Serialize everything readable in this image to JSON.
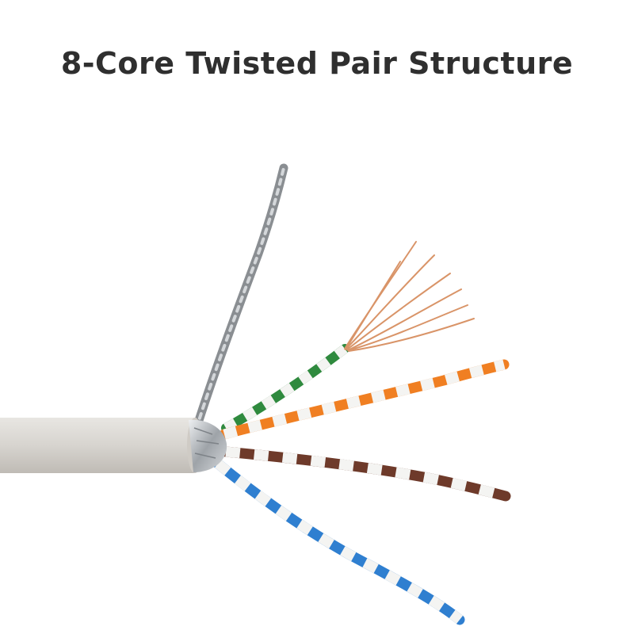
{
  "title": "8-Core Twisted Pair Structure",
  "colors": {
    "background": "#ffffff",
    "title_text": "#2f2f2f",
    "jacket": "#d9d6d1",
    "shield_foil": "#c0c4c8",
    "drain_wire": "#8a8e92",
    "copper": "#d99468",
    "pair_green": "#2f8a3e",
    "pair_orange": "#f07f22",
    "pair_brown": "#6e3a2a",
    "pair_blue": "#2f7fd0",
    "pair_white": "#f4f4f2"
  },
  "parts": [
    "cable-jacket",
    "foil-shield",
    "drain-wire",
    "green-white-pair",
    "orange-white-pair",
    "brown-white-pair",
    "blue-white-pair",
    "exposed-copper-strands"
  ]
}
